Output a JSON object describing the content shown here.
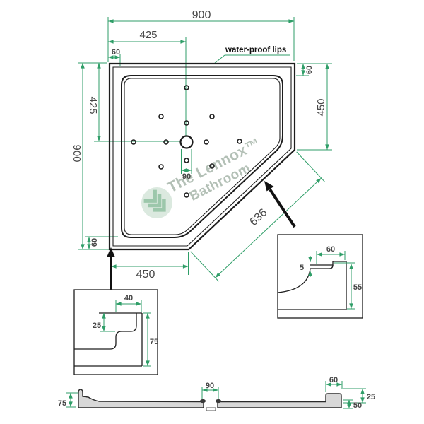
{
  "plan_view": {
    "dim_overall_width": "900",
    "dim_center_from_left": "425",
    "dim_lip_top": "60",
    "label_waterproof_lip": "water-proof lips",
    "dim_lip_right": "60",
    "dim_right_edge": "450",
    "dim_center_from_top": "425",
    "dim_overall_height": "900",
    "dim_lip_bottom": "60",
    "dim_bottom_edge": "450",
    "dim_diagonal_edge": "636",
    "dim_drain_offset": "90"
  },
  "corner_detail": {
    "dim_step_width": "40",
    "dim_step_height": "25",
    "dim_total_height": "75"
  },
  "edge_detail": {
    "dim_rim_width": "60",
    "dim_lip_thickness": "5",
    "dim_edge_height": "55"
  },
  "section_view": {
    "dim_left_height": "75",
    "dim_drain_width": "90",
    "dim_rim_width": "60",
    "dim_rim_height": "25",
    "dim_edge_height": "50"
  },
  "watermark": {
    "brand": "The Lennox™",
    "sub": "Bathroom"
  },
  "colors": {
    "dimension_line": "#2f9e68",
    "dimension_text": "#474747",
    "drawing_line": "#1d1d1d",
    "watermark_text": "#b3c0b6",
    "logo_circle": "#dbe9df",
    "logo_chevron": "#9cc7ab",
    "section_fill": "#d8d8d8",
    "background": "#ffffff"
  }
}
